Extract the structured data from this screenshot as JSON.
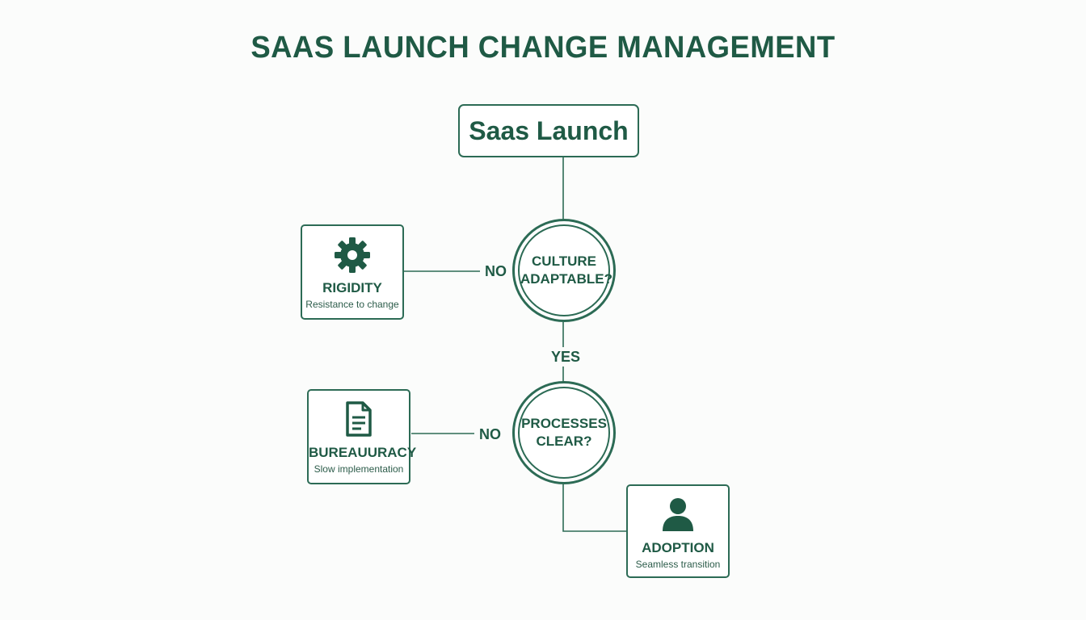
{
  "title": "SAAS LAUNCH CHANGE MANAGEMENT",
  "start": {
    "label": "Saas Launch"
  },
  "decisions": {
    "culture": {
      "line1": "CULTURE",
      "line2": "ADAPTABLE?"
    },
    "processes": {
      "line1": "PROCESSES",
      "line2": "CLEAR?"
    }
  },
  "edge_labels": {
    "culture_no": "NO",
    "culture_yes": "YES",
    "processes_no": "NO"
  },
  "outcomes": {
    "rigidity": {
      "icon": "gear-icon",
      "title": "RIGIDITY",
      "subtitle": "Resistance to change"
    },
    "bureaucracy": {
      "icon": "document-icon",
      "title": "BUREAUURACY",
      "subtitle": "Slow implementation"
    },
    "adoption": {
      "icon": "user-icon",
      "title": "ADOPTION",
      "subtitle": "Seamless transition"
    }
  },
  "colors": {
    "primary": "#1f5a45",
    "stroke": "#2c6b55",
    "background": "#fbfcfb"
  }
}
